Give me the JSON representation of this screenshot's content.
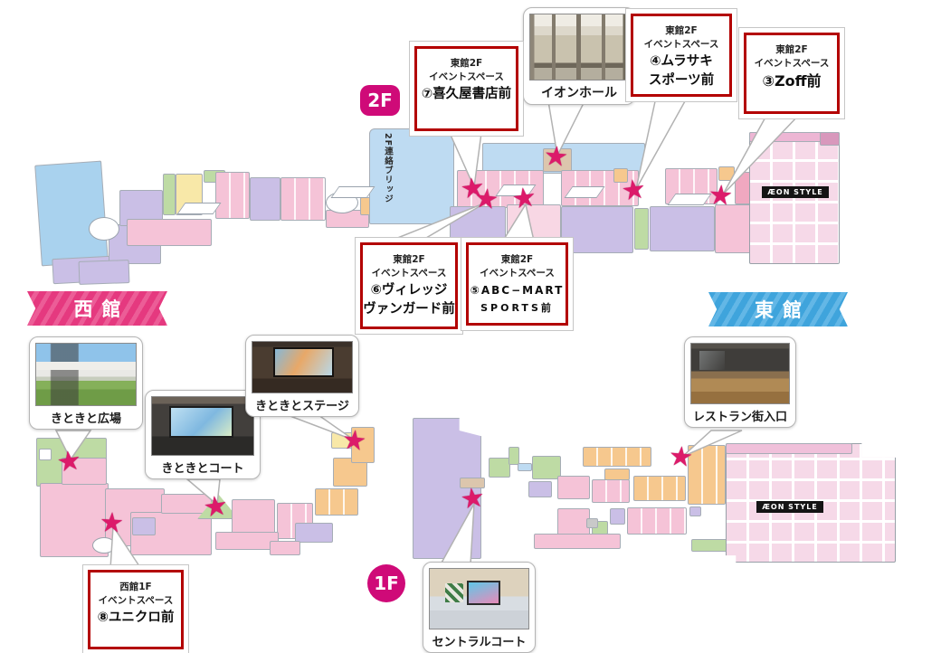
{
  "floor_badges": {
    "f2": "2F",
    "f1": "1F"
  },
  "ribbons": {
    "west": "西館",
    "east": "東館"
  },
  "map_labels": {
    "bridge": "2F連絡ブリッジ",
    "aeon_style_2f": "ÆON STYLE",
    "aeon_style_1f": "ÆON STYLE",
    "star": "★"
  },
  "callouts": {
    "c7": {
      "building": "東館2F",
      "space": "イベントスペース",
      "name": "⑦喜久屋書店前",
      "name2": ""
    },
    "c4": {
      "building": "東館2F",
      "space": "イベントスペース",
      "name": "④ムラサキ",
      "name2": "スポーツ前"
    },
    "c3": {
      "building": "東館2F",
      "space": "イベントスペース",
      "name": "③Zoff前",
      "name2": ""
    },
    "c6": {
      "building": "東館2F",
      "space": "イベントスペース",
      "name": "⑥ヴィレッジ",
      "name2": "ヴァンガード前"
    },
    "c5": {
      "building": "東館2F",
      "space": "イベントスペース",
      "name": "⑤ABC−MART",
      "name2": "SPORTS前"
    },
    "c8": {
      "building": "西館1F",
      "space": "イベントスペース",
      "name": "⑧ユニクロ前",
      "name2": ""
    }
  },
  "photo_captions": {
    "ion_hall": "イオンホール",
    "kitokito_hiroba": "きときと広場",
    "kitokito_court": "きときとコート",
    "kitokito_stage": "きときとステージ",
    "restaurant_gate": "レストラン街入口",
    "central_court": "セントラルコート"
  },
  "colors": {
    "accent_magenta": "#cf0a78",
    "ribbon_west": "#e5397f",
    "ribbon_east": "#3fa4dc",
    "callout_border": "#b30000",
    "star": "#dc1a6a"
  }
}
